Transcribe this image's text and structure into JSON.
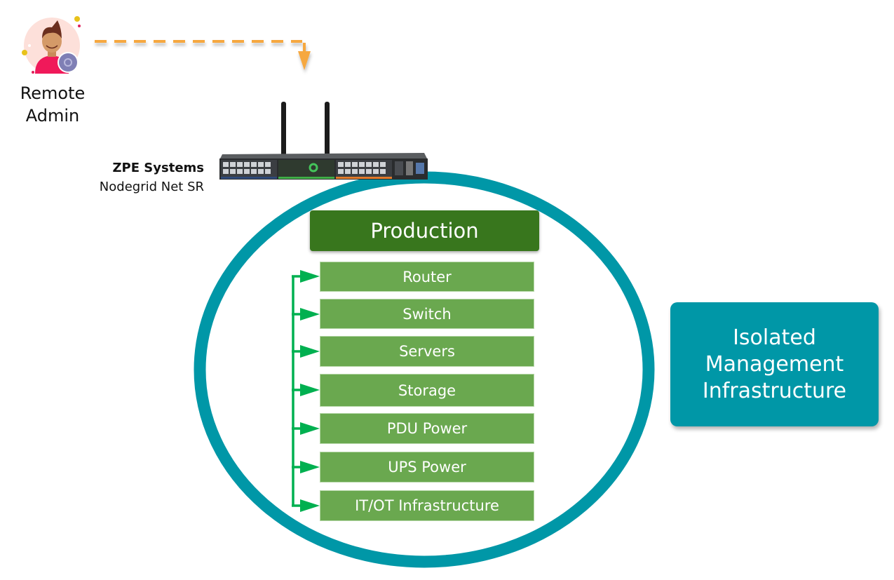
{
  "remote_admin": {
    "icon": "admin-user-icon",
    "label_line1": "Remote",
    "label_line2": "Admin"
  },
  "connector": {
    "icon": "dashed-arrow-down-icon",
    "color": "#f6a840"
  },
  "device": {
    "icon": "network-appliance-icon",
    "brand": "ZPE Systems",
    "model": "Nodegrid Net SR"
  },
  "ring": {
    "color": "#0097a7"
  },
  "production": {
    "title": "Production",
    "header_color": "#38761d",
    "item_color": "#6aa84f",
    "arrow_color": "#00b050",
    "items": [
      {
        "label": "Router"
      },
      {
        "label": "Switch"
      },
      {
        "label": "Servers"
      },
      {
        "label": "Storage"
      },
      {
        "label": "PDU Power"
      },
      {
        "label": "UPS Power"
      },
      {
        "label": "IT/OT  Infrastructure"
      }
    ]
  },
  "isolated": {
    "line1": "Isolated",
    "line2": "Management",
    "line3": "Infrastructure",
    "color": "#0097a7"
  }
}
